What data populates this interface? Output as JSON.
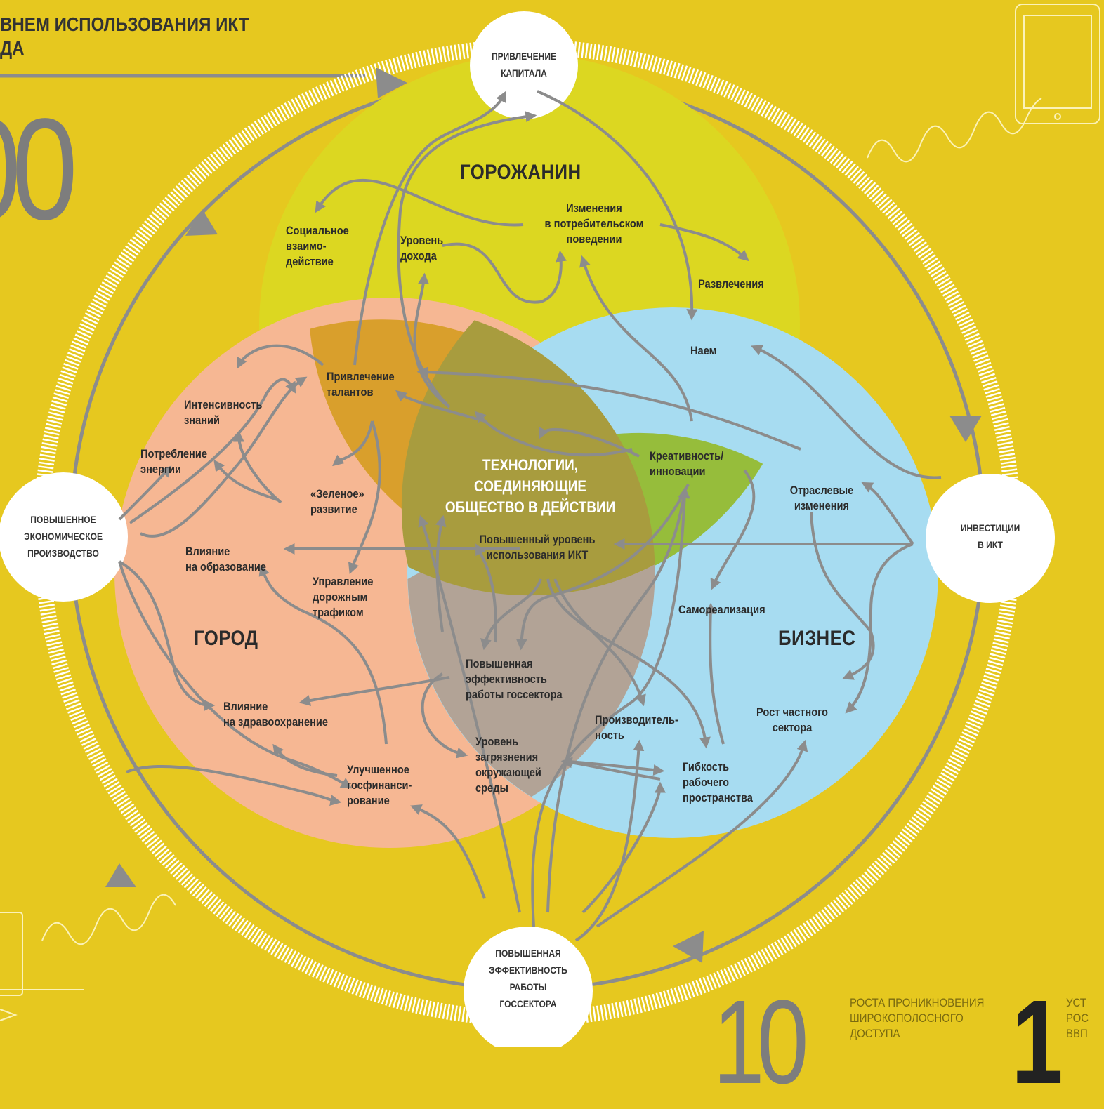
{
  "header": {
    "title": "ВНЕМ ИСПОЛЬЗОВАНИЯ ИКТ\nДА",
    "big_number_left": "00"
  },
  "hubs": {
    "top": "ПРИВЛЕЧЕНИЕ\nКАПИТАЛА",
    "left": "ПОВЫШЕННОЕ\nЭКОНОМИЧЕСКОЕ\nПРОИЗВОДСТВО",
    "right": "ИНВЕСТИЦИИ\nВ ИКТ",
    "bottom": "ПОВЫШЕННАЯ\nЭФФЕКТИВНОСТЬ\nРАБОТЫ\nГОССЕКТОРА"
  },
  "circles": {
    "citizen": "ГОРОЖАНИН",
    "city": "ГОРОД",
    "business": "БИЗНЕС"
  },
  "center_text": "ТЕХНОЛОГИИ,\nСОЕДИНЯЮЩИЕ\nОБЩЕСТВО В ДЕЙСТВИИ",
  "nodes": {
    "social": "Социальное\nвзаимо-\nдействие",
    "income": "Уровень\nдохода",
    "consumer": "Изменения\nв потребительском\nповедении",
    "entertainment": "Развлечения",
    "hiring": "Наем",
    "talent": "Привлечение\nталантов",
    "knowledge": "Интенсивность\nзнаний",
    "energy": "Потребление\nэнергии",
    "green": "«Зеленое»\nразвитие",
    "creativity": "Креативность/\nинновации",
    "industry": "Отраслевые\nизменения",
    "ict_usage": "Повышенный уровень\nиспользования ИКТ",
    "education": "Влияние\nна образование",
    "traffic": "Управление\nдорожным\nтрафиком",
    "self": "Самореализация",
    "gov_eff": "Повышенная\nэффективность\nработы госсектора",
    "health": "Влияние\nна здравоохранение",
    "productivity": "Производитель-\nность",
    "private": "Рост частного\nсектора",
    "pollution": "Уровень\nзагрязнения\nокружающей\nсреды",
    "flex": "Гибкость\nрабочего\nпространства",
    "finance": "Улучшенное\nгосфинанси-\nрование"
  },
  "footer": {
    "num_10": "10",
    "caption_10": "РОСТА ПРОНИКНОВЕНИЯ\nШИРОКОПОЛОСНОГО\nДОСТУПА",
    "num_1": "1",
    "caption_1": "УСТ\nРОС\nВВП"
  },
  "colors": {
    "background": "#e6c81f",
    "citizen": "#dcd721",
    "city": "#f6b793",
    "business": "#a7dcf1",
    "arrows": "#8c8c8c",
    "text": "#2b2b2b"
  }
}
